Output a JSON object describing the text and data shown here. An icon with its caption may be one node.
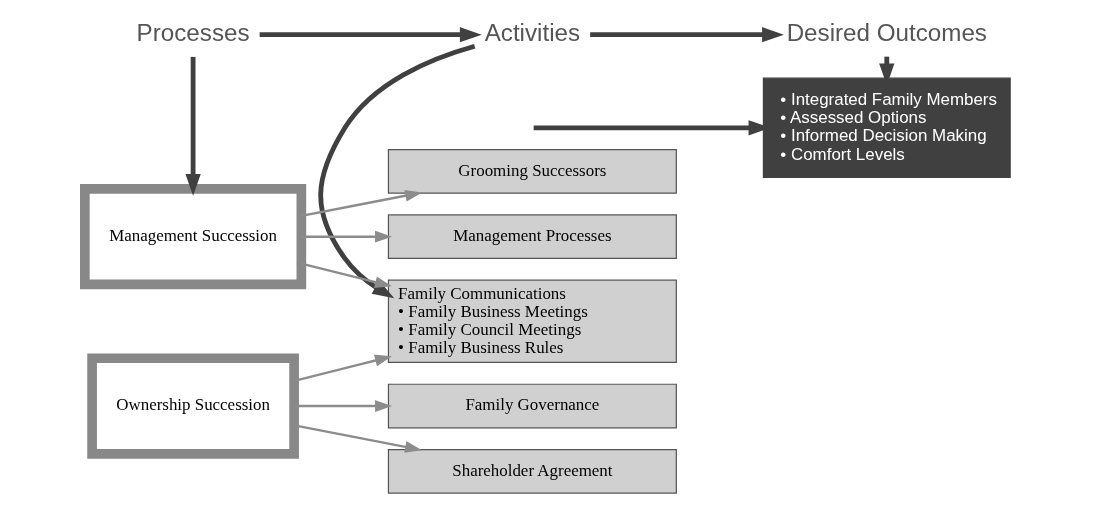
{
  "diagram": {
    "nodes": [
      {
        "text": [
          "Processes"
        ]
      },
      {
        "text": [
          "Activities"
        ]
      },
      {
        "text": [
          "Desired Outcomes"
        ]
      },
      {
        "text": [
          "Management Succession"
        ]
      },
      {
        "text": [
          "Ownership Succession"
        ]
      },
      {
        "text": [
          "Family Communications",
          "• Family Business Meetings",
          "• Family Council Meetings",
          "• Family Business Rules"
        ]
      },
      {
        "text": [
          "Grooming Successors"
        ]
      },
      {
        "text": [
          "Management Processes"
        ]
      },
      {
        "text": [
          "Family Governance"
        ]
      },
      {
        "text": [
          "Shareholder Agreement"
        ]
      },
      {
        "text": [
          "• Integrated Family Members",
          "• Assessed Options",
          "• Informed Decision Making",
          "• Comfort Levels"
        ]
      }
    ],
    "edges": [
      {
        "from": 0,
        "to": 1,
        "arrow": "to",
        "style": "thick",
        "color": "#404040"
      },
      {
        "from": 1,
        "to": 2,
        "arrow": "to",
        "style": "thick",
        "color": "#404040"
      },
      {
        "from": 0,
        "to": 3,
        "arrow": "to",
        "style": "thick",
        "color": "#404040"
      },
      {
        "from": 1,
        "to": 5,
        "arrow": "to",
        "style": "thick",
        "color": "#404040"
      },
      {
        "from": 2,
        "to": 10,
        "arrow": "to",
        "style": "thick",
        "color": "#404040"
      },
      {
        "from": 3,
        "to": 5,
        "arrow": "to"
      },
      {
        "from": 3,
        "to": 6,
        "arrow": "to"
      },
      {
        "from": 3,
        "to": 7,
        "arrow": "to"
      },
      {
        "from": 4,
        "to": 5,
        "arrow": "to"
      },
      {
        "from": 4,
        "to": 8,
        "arrow": "to"
      },
      {
        "from": 4,
        "to": 9,
        "arrow": "to"
      },
      {
        "from": null,
        "to": 10,
        "arrow": "to",
        "style": "thick",
        "color": "#404040"
      }
    ]
  }
}
